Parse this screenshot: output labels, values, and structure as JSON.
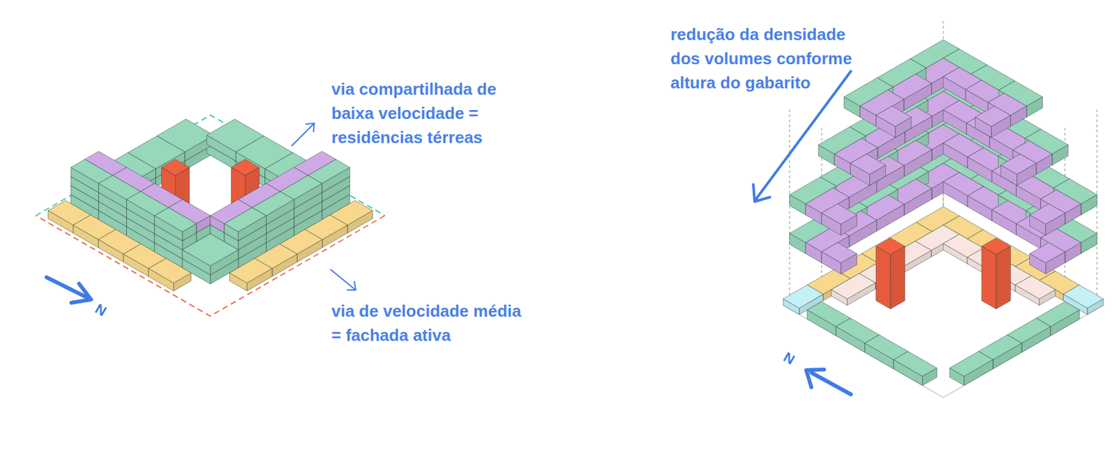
{
  "diagram": {
    "labels": [
      "via compartilhada de baixa velocidade = residências térreas",
      "N",
      "via de velocidade média = fachada ativa",
      "redução da densidade dos volumes conforme altura do gabarito",
      "N"
    ]
  }
}
